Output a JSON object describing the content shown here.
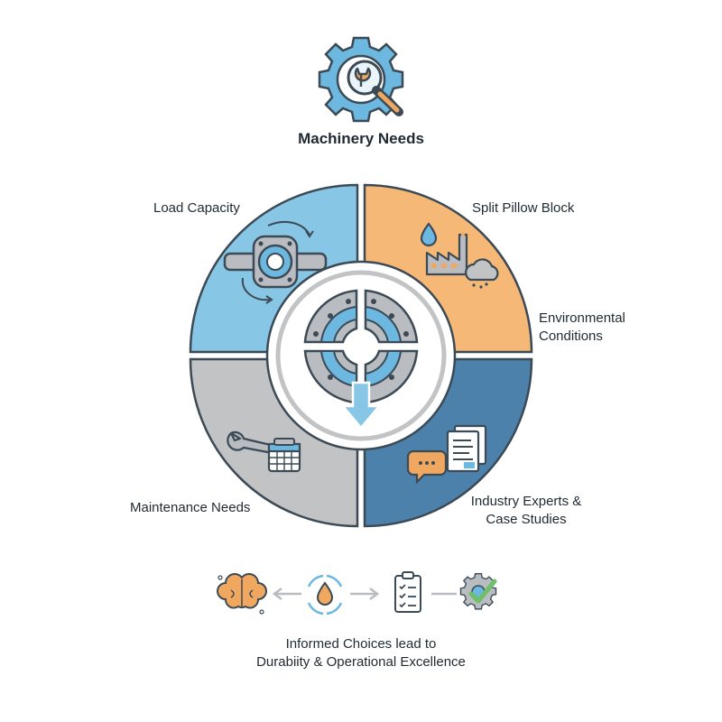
{
  "title": "Machinery Needs",
  "quadrants": {
    "top_left": "Load Capacity",
    "top_right_title": "Split Pillow Block",
    "top_right_sub": "Environmental\nConditions",
    "bottom_left": "Maintenance Needs",
    "bottom_right": "Industry Experts &\nCase Studies"
  },
  "colors": {
    "blue_light": "#87c6e5",
    "orange": "#f5b877",
    "gray": "#c2c3c5",
    "blue_dark": "#4b81ab",
    "outline": "#3c4a55",
    "accent_blue": "#6cb8e0",
    "accent_orange": "#f0a860",
    "check_green": "#6ec06a"
  },
  "icons": {
    "header": "gear-magnifier-wrench-icon",
    "load_capacity": "bearing-shaft-icon",
    "environment": "factory-droplet-cloud-icon",
    "center": "split-bearing-icon",
    "maintenance": "wrench-calendar-icon",
    "experts": "documents-chat-icon",
    "flow": [
      "brain-icon",
      "recycle-droplet-icon",
      "checklist-icon",
      "gear-check-icon"
    ]
  },
  "footer": "Informed Choices lead to\nDurabiity & Operational Excellence"
}
